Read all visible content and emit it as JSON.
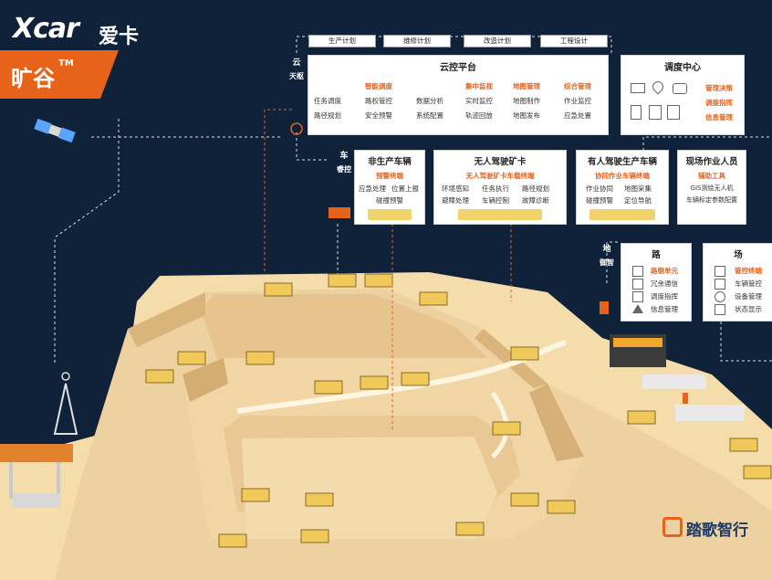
{
  "brand": {
    "logo_main": "Xcar",
    "logo_suffix": "爱卡",
    "logo_sub": "旷谷",
    "logo_tm": "TM",
    "watermark": "踏歌智行"
  },
  "plans": [
    "生产计划",
    "维修计划",
    "改造计划",
    "工程设计"
  ],
  "layers": {
    "cloud": {
      "char": "云",
      "sub": "天枢"
    },
    "vehicle": {
      "char": "车",
      "sub": "睿控"
    },
    "ground": {
      "char": "地",
      "sub": "御智"
    }
  },
  "cloud_platform": {
    "title": "云控平台",
    "columns": [
      {
        "items": [
          "任务调度",
          "路径规划"
        ]
      },
      {
        "header": "智能调度",
        "items": [
          "路权管控",
          "安全预警"
        ]
      },
      {
        "items": [
          "数据分析",
          "系统配置"
        ]
      },
      {
        "header": "集中监视",
        "items": [
          "实时监控",
          "轨迹回放"
        ]
      },
      {
        "header": "地图管理",
        "items": [
          "地图制作",
          "地图发布"
        ]
      },
      {
        "header": "综合管理",
        "items": [
          "作业监控",
          "应急处置"
        ]
      }
    ]
  },
  "dispatch_center": {
    "title": "调度中心",
    "items": [
      "管理决策",
      "调度指挥",
      "信息管理"
    ]
  },
  "vehicles": [
    {
      "title": "非生产车辆",
      "sub": "预警终端",
      "items": [
        "应急处理",
        "位置上报",
        "碰撞预警"
      ]
    },
    {
      "title": "无人驾驶矿卡",
      "sub": "无人驾驶矿卡车载终端",
      "items": [
        "环境感知",
        "任务执行",
        "路径规划",
        "避障处理",
        "车辆控制",
        "故障诊断"
      ]
    },
    {
      "title": "有人驾驶生产车辆",
      "sub": "协同作业车辆终端",
      "items": [
        "作业协同",
        "地图采集",
        "碰撞预警",
        "定位导航"
      ]
    },
    {
      "title": "现场作业人员",
      "sub": "辅助工具",
      "items": [
        "GIS测绘无人机",
        "车辆标定参数配置"
      ]
    }
  ],
  "ground": {
    "road": {
      "title": "路",
      "sub": "路侧单元",
      "items": [
        "冗余通信",
        "调度指挥",
        "信息管理"
      ]
    },
    "field": {
      "title": "场",
      "sub": "管控终端",
      "items": [
        "车辆管控",
        "设备管理",
        "状态显示"
      ]
    }
  },
  "colors": {
    "accent": "#e8631a",
    "bg": "#10213a",
    "sand": "#f3d9a8",
    "sand_dark": "#d9b57c"
  }
}
